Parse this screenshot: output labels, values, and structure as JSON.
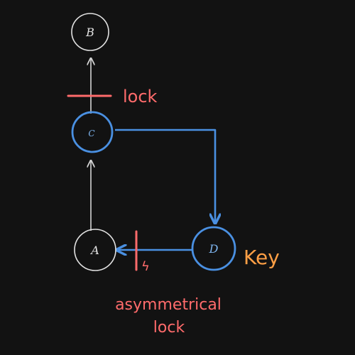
{
  "colors": {
    "background": "#121212",
    "node_white": "#e2e2e2",
    "node_blue": "#4a90e2",
    "lock_red": "#ff6b6b",
    "key_orange": "#ff9f45",
    "arrow_grey": "#d4d4d4"
  },
  "nodes": {
    "b": {
      "label": "B"
    },
    "c": {
      "label": "C"
    },
    "a": {
      "label": "A"
    },
    "d": {
      "label": "D"
    }
  },
  "annotations": {
    "lock": "lock",
    "key": "Key",
    "asym_line1": "asymmetrical",
    "asym_line2": "lock",
    "mark": "ϟ"
  }
}
